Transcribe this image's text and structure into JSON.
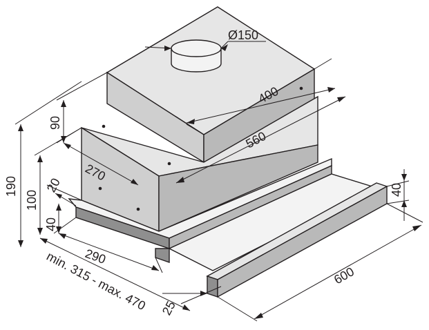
{
  "dimensions": {
    "duct_diameter": "Ø150",
    "top_width": "400",
    "depth_560": "560",
    "height_90": "90",
    "side_270": "270",
    "total_height_190": "190",
    "height_100": "100",
    "offset_20": "20",
    "base_40": "40",
    "front_290": "290",
    "range_width": "min. 315 - max. 470",
    "front_strip_40": "40",
    "depth_25": "25",
    "width_600": "600"
  }
}
